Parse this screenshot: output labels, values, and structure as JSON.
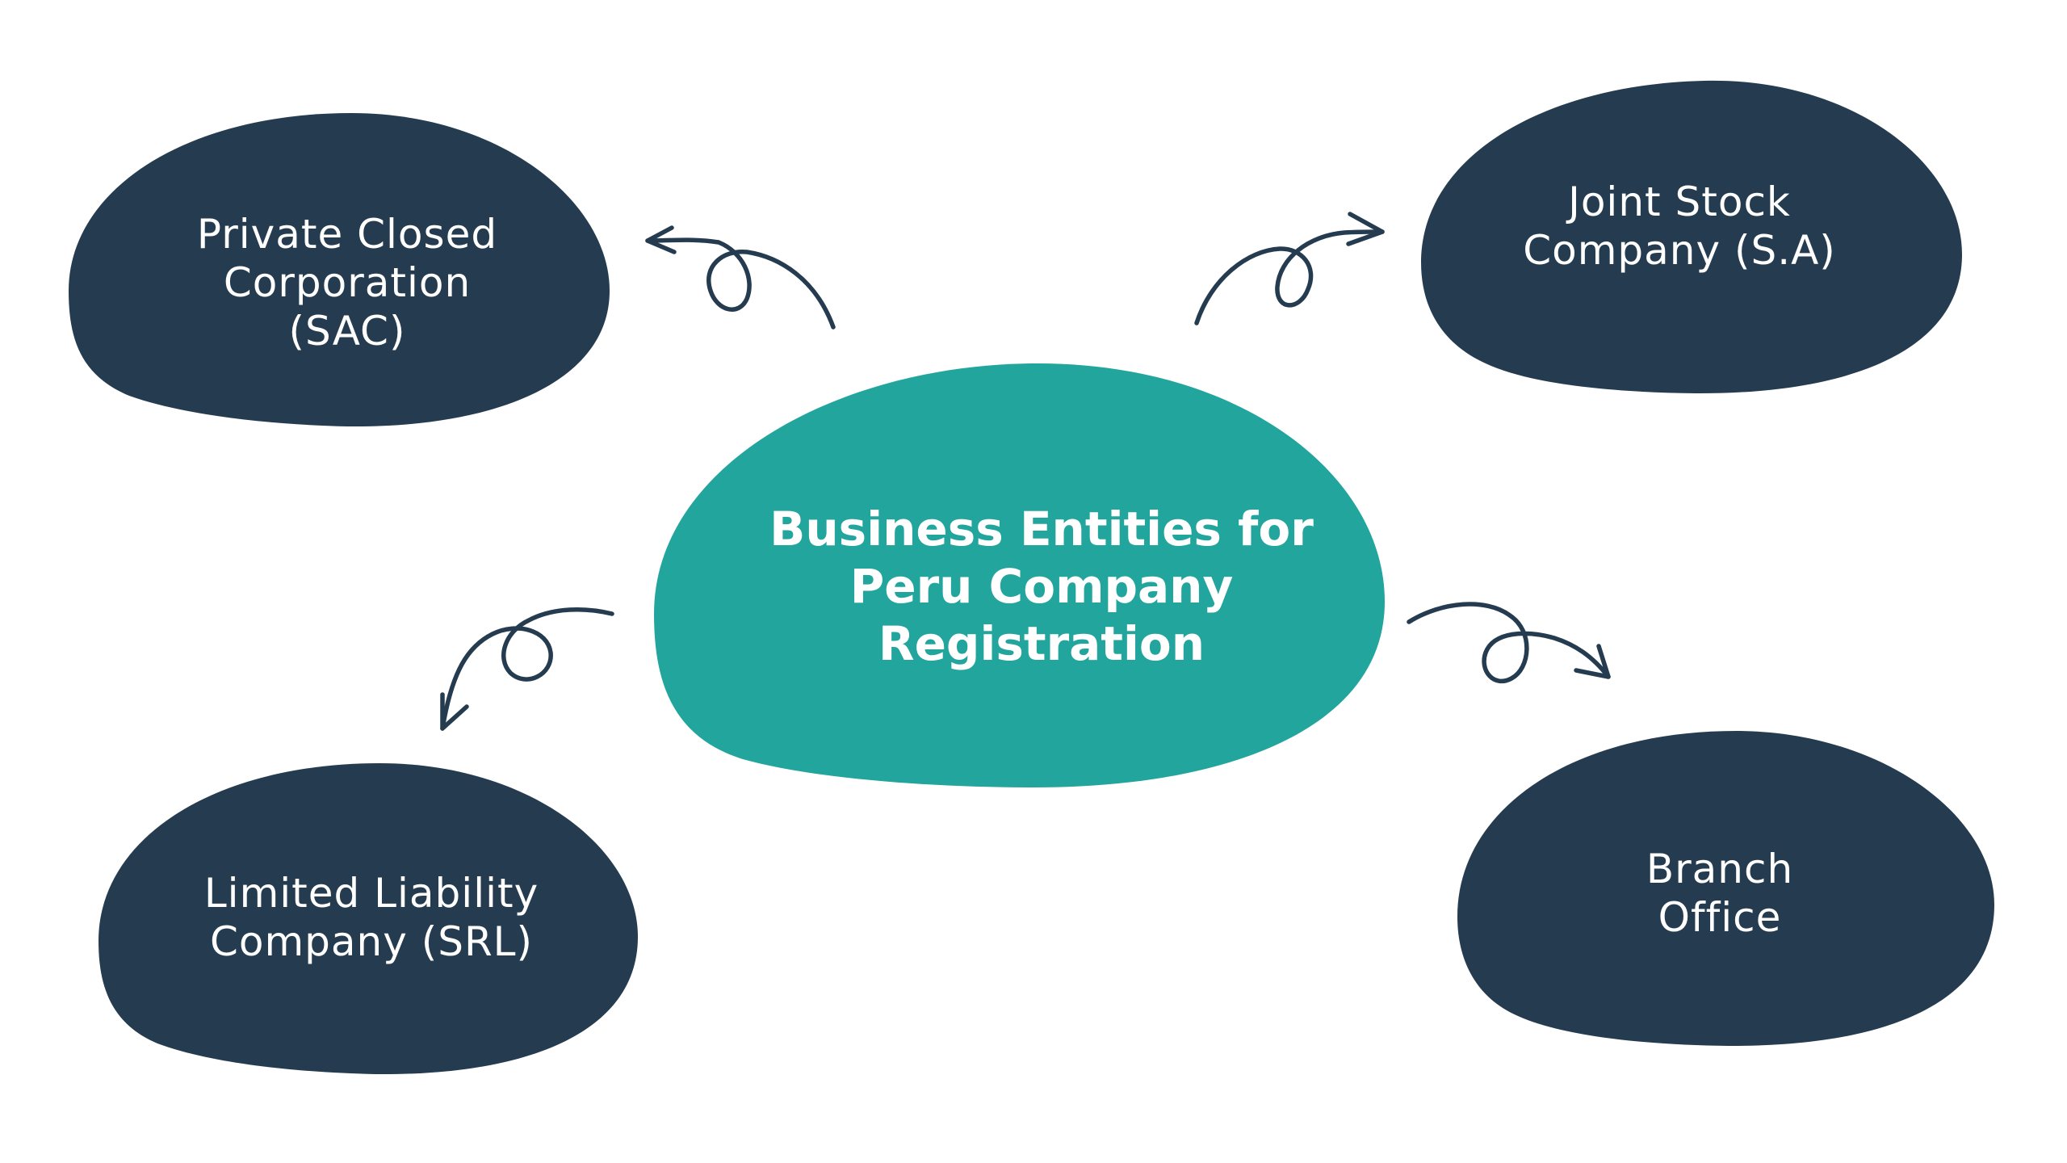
{
  "center": {
    "title_lines": [
      "Business Entities for",
      "Peru Company",
      "Registration"
    ]
  },
  "entities": [
    {
      "id": "sac",
      "lines": [
        "Private Closed",
        "Corporation",
        "(SAC)"
      ]
    },
    {
      "id": "sa",
      "lines": [
        "Joint Stock",
        "Company (S.A)"
      ]
    },
    {
      "id": "srl",
      "lines": [
        "Limited Liability",
        "Company (SRL)"
      ]
    },
    {
      "id": "branch",
      "lines": [
        "Branch",
        "Office"
      ]
    }
  ],
  "colors": {
    "node_dark": "#253c50",
    "node_center": "#22a59d",
    "text": "#ffffff",
    "background": "#ffffff"
  }
}
